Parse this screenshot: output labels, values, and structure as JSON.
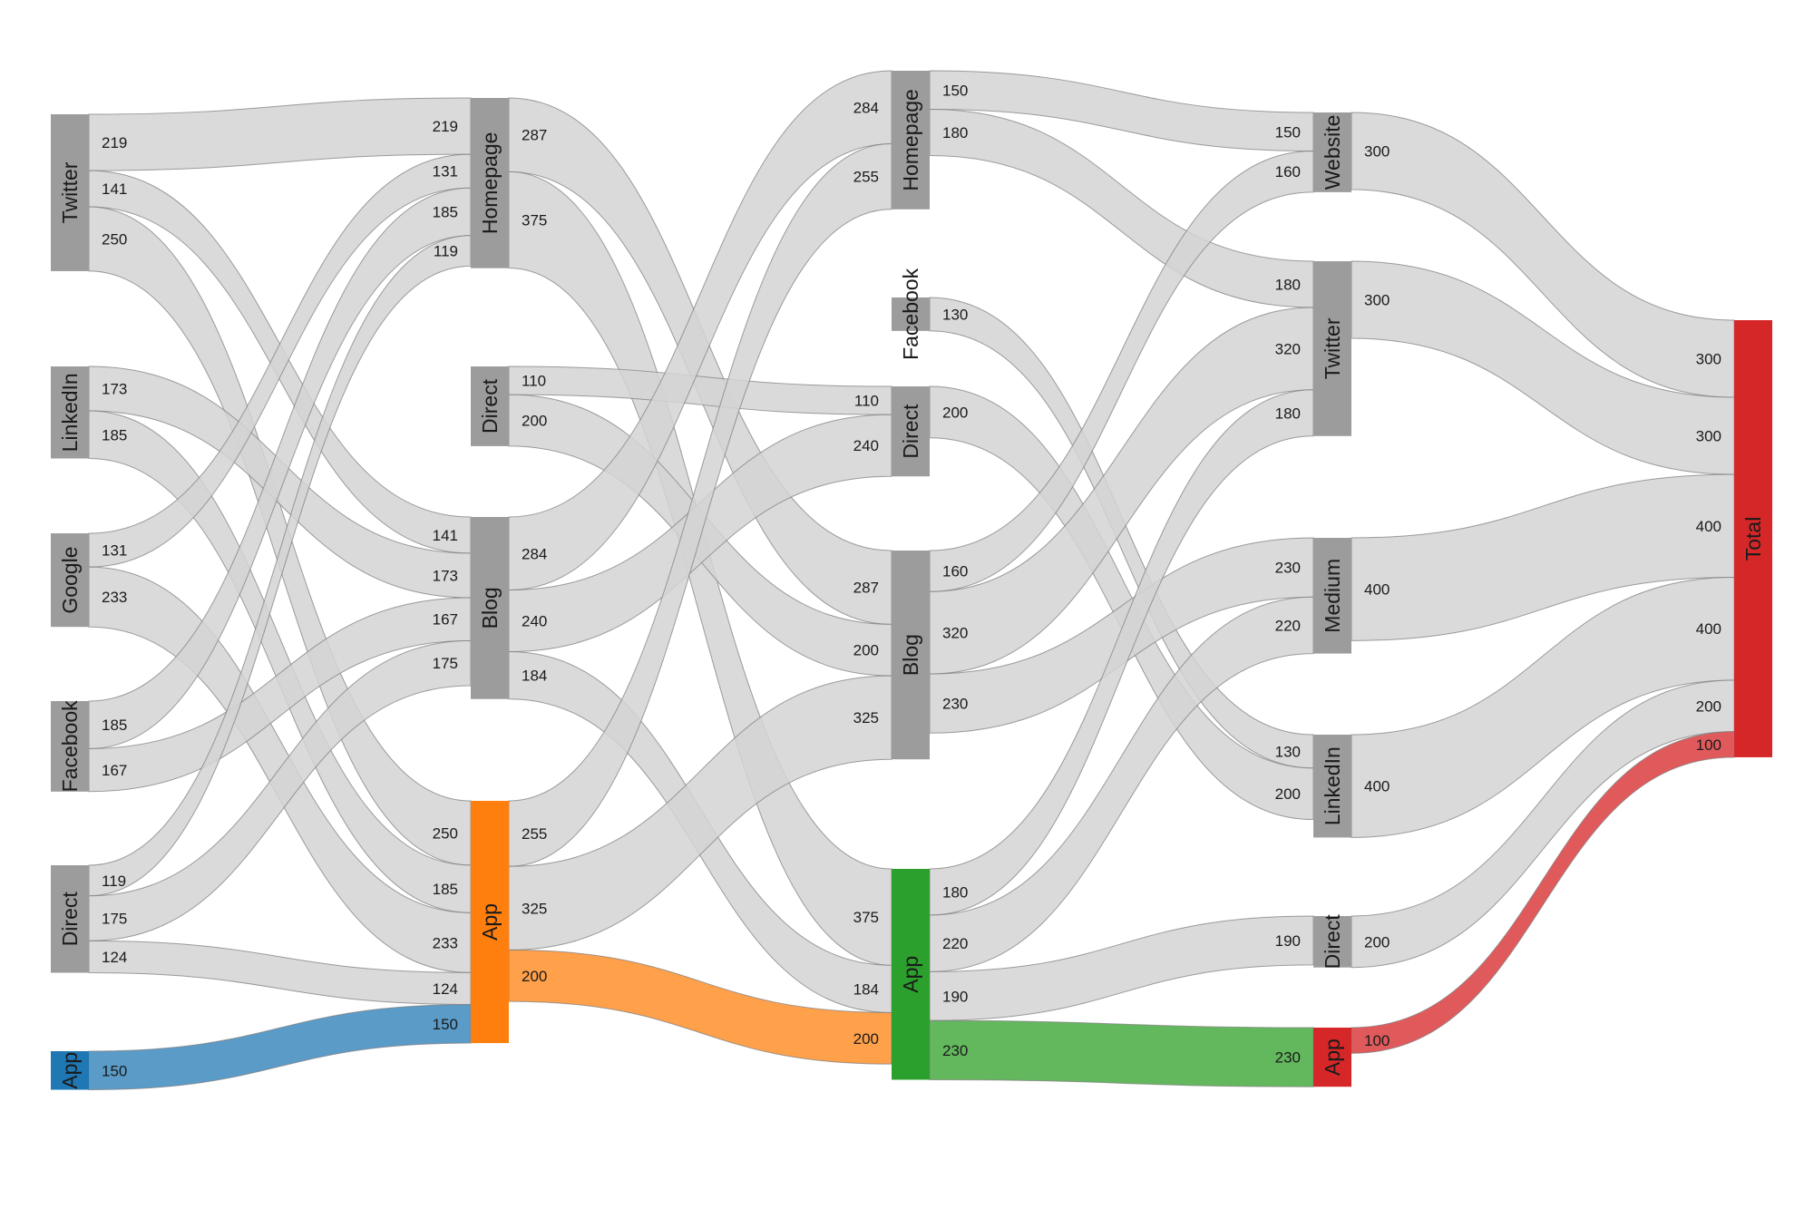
{
  "chart_data": {
    "type": "sankey",
    "colors": {
      "gray_node": "#9c9c9c",
      "gray_link": "#d3d3d3",
      "blue_node": "#1f77b4",
      "blue_link": "#5a9bc8",
      "orange_node": "#ff7f0e",
      "orange_link": "#ffa04a",
      "green_node": "#2ca02c",
      "green_link": "#63b85d",
      "red_node": "#d62728",
      "red_link": "#e05a5c"
    },
    "nodes": [
      {
        "id": "s_twitter",
        "label": "Twitter",
        "stage": 0,
        "color": "gray"
      },
      {
        "id": "s_linkedin",
        "label": "LinkedIn",
        "stage": 0,
        "color": "gray"
      },
      {
        "id": "s_google",
        "label": "Google",
        "stage": 0,
        "color": "gray"
      },
      {
        "id": "s_facebook",
        "label": "Facebook",
        "stage": 0,
        "color": "gray"
      },
      {
        "id": "s_direct",
        "label": "Direct",
        "stage": 0,
        "color": "gray"
      },
      {
        "id": "s_app",
        "label": "App",
        "stage": 0,
        "color": "blue"
      },
      {
        "id": "l_homepage",
        "label": "Homepage",
        "stage": 1,
        "color": "gray"
      },
      {
        "id": "l_direct",
        "label": "Direct",
        "stage": 1,
        "color": "gray"
      },
      {
        "id": "l_blog",
        "label": "Blog",
        "stage": 1,
        "color": "gray"
      },
      {
        "id": "l_app",
        "label": "App",
        "stage": 1,
        "color": "orange"
      },
      {
        "id": "m_homepage",
        "label": "Homepage",
        "stage": 2,
        "color": "gray"
      },
      {
        "id": "m_facebook",
        "label": "Facebook",
        "stage": 2,
        "color": "gray"
      },
      {
        "id": "m_direct",
        "label": "Direct",
        "stage": 2,
        "color": "gray"
      },
      {
        "id": "m_blog",
        "label": "Blog",
        "stage": 2,
        "color": "gray"
      },
      {
        "id": "m_app",
        "label": "App",
        "stage": 2,
        "color": "green"
      },
      {
        "id": "d_website",
        "label": "Website",
        "stage": 3,
        "color": "gray"
      },
      {
        "id": "d_twitter",
        "label": "Twitter",
        "stage": 3,
        "color": "gray"
      },
      {
        "id": "d_medium",
        "label": "Medium",
        "stage": 3,
        "color": "gray"
      },
      {
        "id": "d_linkedin",
        "label": "LinkedIn",
        "stage": 3,
        "color": "gray"
      },
      {
        "id": "d_direct",
        "label": "Direct",
        "stage": 3,
        "color": "gray"
      },
      {
        "id": "d_app",
        "label": "App",
        "stage": 3,
        "color": "red"
      },
      {
        "id": "total",
        "label": "Total",
        "stage": 4,
        "color": "red"
      }
    ],
    "links": [
      {
        "source": "s_twitter",
        "target": "l_homepage",
        "value": 219,
        "color": "gray"
      },
      {
        "source": "s_twitter",
        "target": "l_blog",
        "value": 141,
        "color": "gray"
      },
      {
        "source": "s_twitter",
        "target": "l_app",
        "value": 250,
        "color": "gray"
      },
      {
        "source": "s_linkedin",
        "target": "l_blog",
        "value": 173,
        "color": "gray"
      },
      {
        "source": "s_linkedin",
        "target": "l_app",
        "value": 185,
        "color": "gray"
      },
      {
        "source": "s_google",
        "target": "l_homepage",
        "value": 131,
        "color": "gray"
      },
      {
        "source": "s_google",
        "target": "l_app",
        "value": 233,
        "color": "gray"
      },
      {
        "source": "s_facebook",
        "target": "l_homepage",
        "value": 185,
        "color": "gray"
      },
      {
        "source": "s_facebook",
        "target": "l_blog",
        "value": 167,
        "color": "gray"
      },
      {
        "source": "s_direct",
        "target": "l_homepage",
        "value": 119,
        "color": "gray"
      },
      {
        "source": "s_direct",
        "target": "l_blog",
        "value": 175,
        "color": "gray"
      },
      {
        "source": "s_direct",
        "target": "l_app",
        "value": 124,
        "color": "gray"
      },
      {
        "source": "s_app",
        "target": "l_app",
        "value": 150,
        "color": "blue"
      },
      {
        "source": "l_homepage",
        "target": "m_blog",
        "value": 287,
        "color": "gray"
      },
      {
        "source": "l_homepage",
        "target": "m_app",
        "value": 375,
        "color": "gray"
      },
      {
        "source": "l_direct",
        "target": "m_direct",
        "value": 110,
        "color": "gray"
      },
      {
        "source": "l_direct",
        "target": "m_blog",
        "value": 200,
        "color": "gray"
      },
      {
        "source": "l_blog",
        "target": "m_homepage",
        "value": 284,
        "color": "gray"
      },
      {
        "source": "l_blog",
        "target": "m_direct",
        "value": 240,
        "color": "gray"
      },
      {
        "source": "l_blog",
        "target": "m_app",
        "value": 184,
        "color": "gray"
      },
      {
        "source": "l_app",
        "target": "m_homepage",
        "value": 255,
        "color": "gray"
      },
      {
        "source": "l_app",
        "target": "m_blog",
        "value": 325,
        "color": "gray"
      },
      {
        "source": "l_app",
        "target": "m_app",
        "value": 200,
        "color": "orange"
      },
      {
        "source": "m_homepage",
        "target": "d_website",
        "value": 150,
        "color": "gray"
      },
      {
        "source": "m_homepage",
        "target": "d_twitter",
        "value": 180,
        "color": "gray"
      },
      {
        "source": "m_facebook",
        "target": "d_linkedin",
        "value": 130,
        "color": "gray"
      },
      {
        "source": "m_direct",
        "target": "d_linkedin",
        "value": 200,
        "color": "gray"
      },
      {
        "source": "m_blog",
        "target": "d_website",
        "value": 160,
        "color": "gray"
      },
      {
        "source": "m_blog",
        "target": "d_twitter",
        "value": 320,
        "color": "gray"
      },
      {
        "source": "m_blog",
        "target": "d_medium",
        "value": 230,
        "color": "gray"
      },
      {
        "source": "m_app",
        "target": "d_twitter",
        "value": 180,
        "color": "gray"
      },
      {
        "source": "m_app",
        "target": "d_medium",
        "value": 220,
        "color": "gray"
      },
      {
        "source": "m_app",
        "target": "d_direct",
        "value": 190,
        "color": "gray"
      },
      {
        "source": "m_app",
        "target": "d_app",
        "value": 230,
        "color": "green"
      },
      {
        "source": "d_website",
        "target": "total",
        "value": 300,
        "color": "gray"
      },
      {
        "source": "d_twitter",
        "target": "total",
        "value": 300,
        "color": "gray"
      },
      {
        "source": "d_medium",
        "target": "total",
        "value": 400,
        "color": "gray"
      },
      {
        "source": "d_linkedin",
        "target": "total",
        "value": 400,
        "color": "gray"
      },
      {
        "source": "d_direct",
        "target": "total",
        "value": 200,
        "color": "gray"
      },
      {
        "source": "d_app",
        "target": "total",
        "value": 100,
        "color": "red"
      }
    ]
  }
}
